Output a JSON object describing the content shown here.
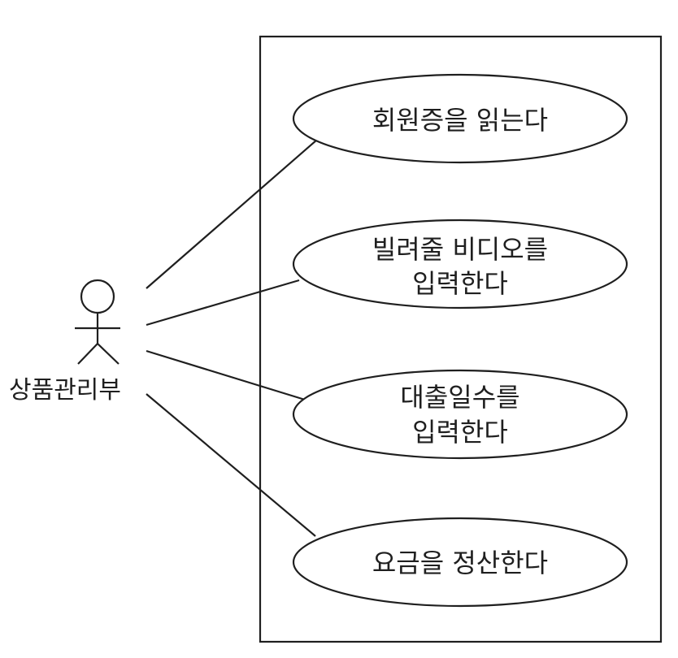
{
  "diagram": {
    "type": "use-case",
    "actor": {
      "name": "상품관리부",
      "icon": "stick-figure"
    },
    "use_cases": [
      {
        "lines": [
          "회원증을 읽는다"
        ]
      },
      {
        "lines": [
          "빌려줄 비디오를",
          "입력한다"
        ]
      },
      {
        "lines": [
          "대출일수를",
          "입력한다"
        ]
      },
      {
        "lines": [
          "요금을 정산한다"
        ]
      }
    ],
    "colors": {
      "line": "#1f1f1f",
      "background": "#ffffff"
    }
  }
}
